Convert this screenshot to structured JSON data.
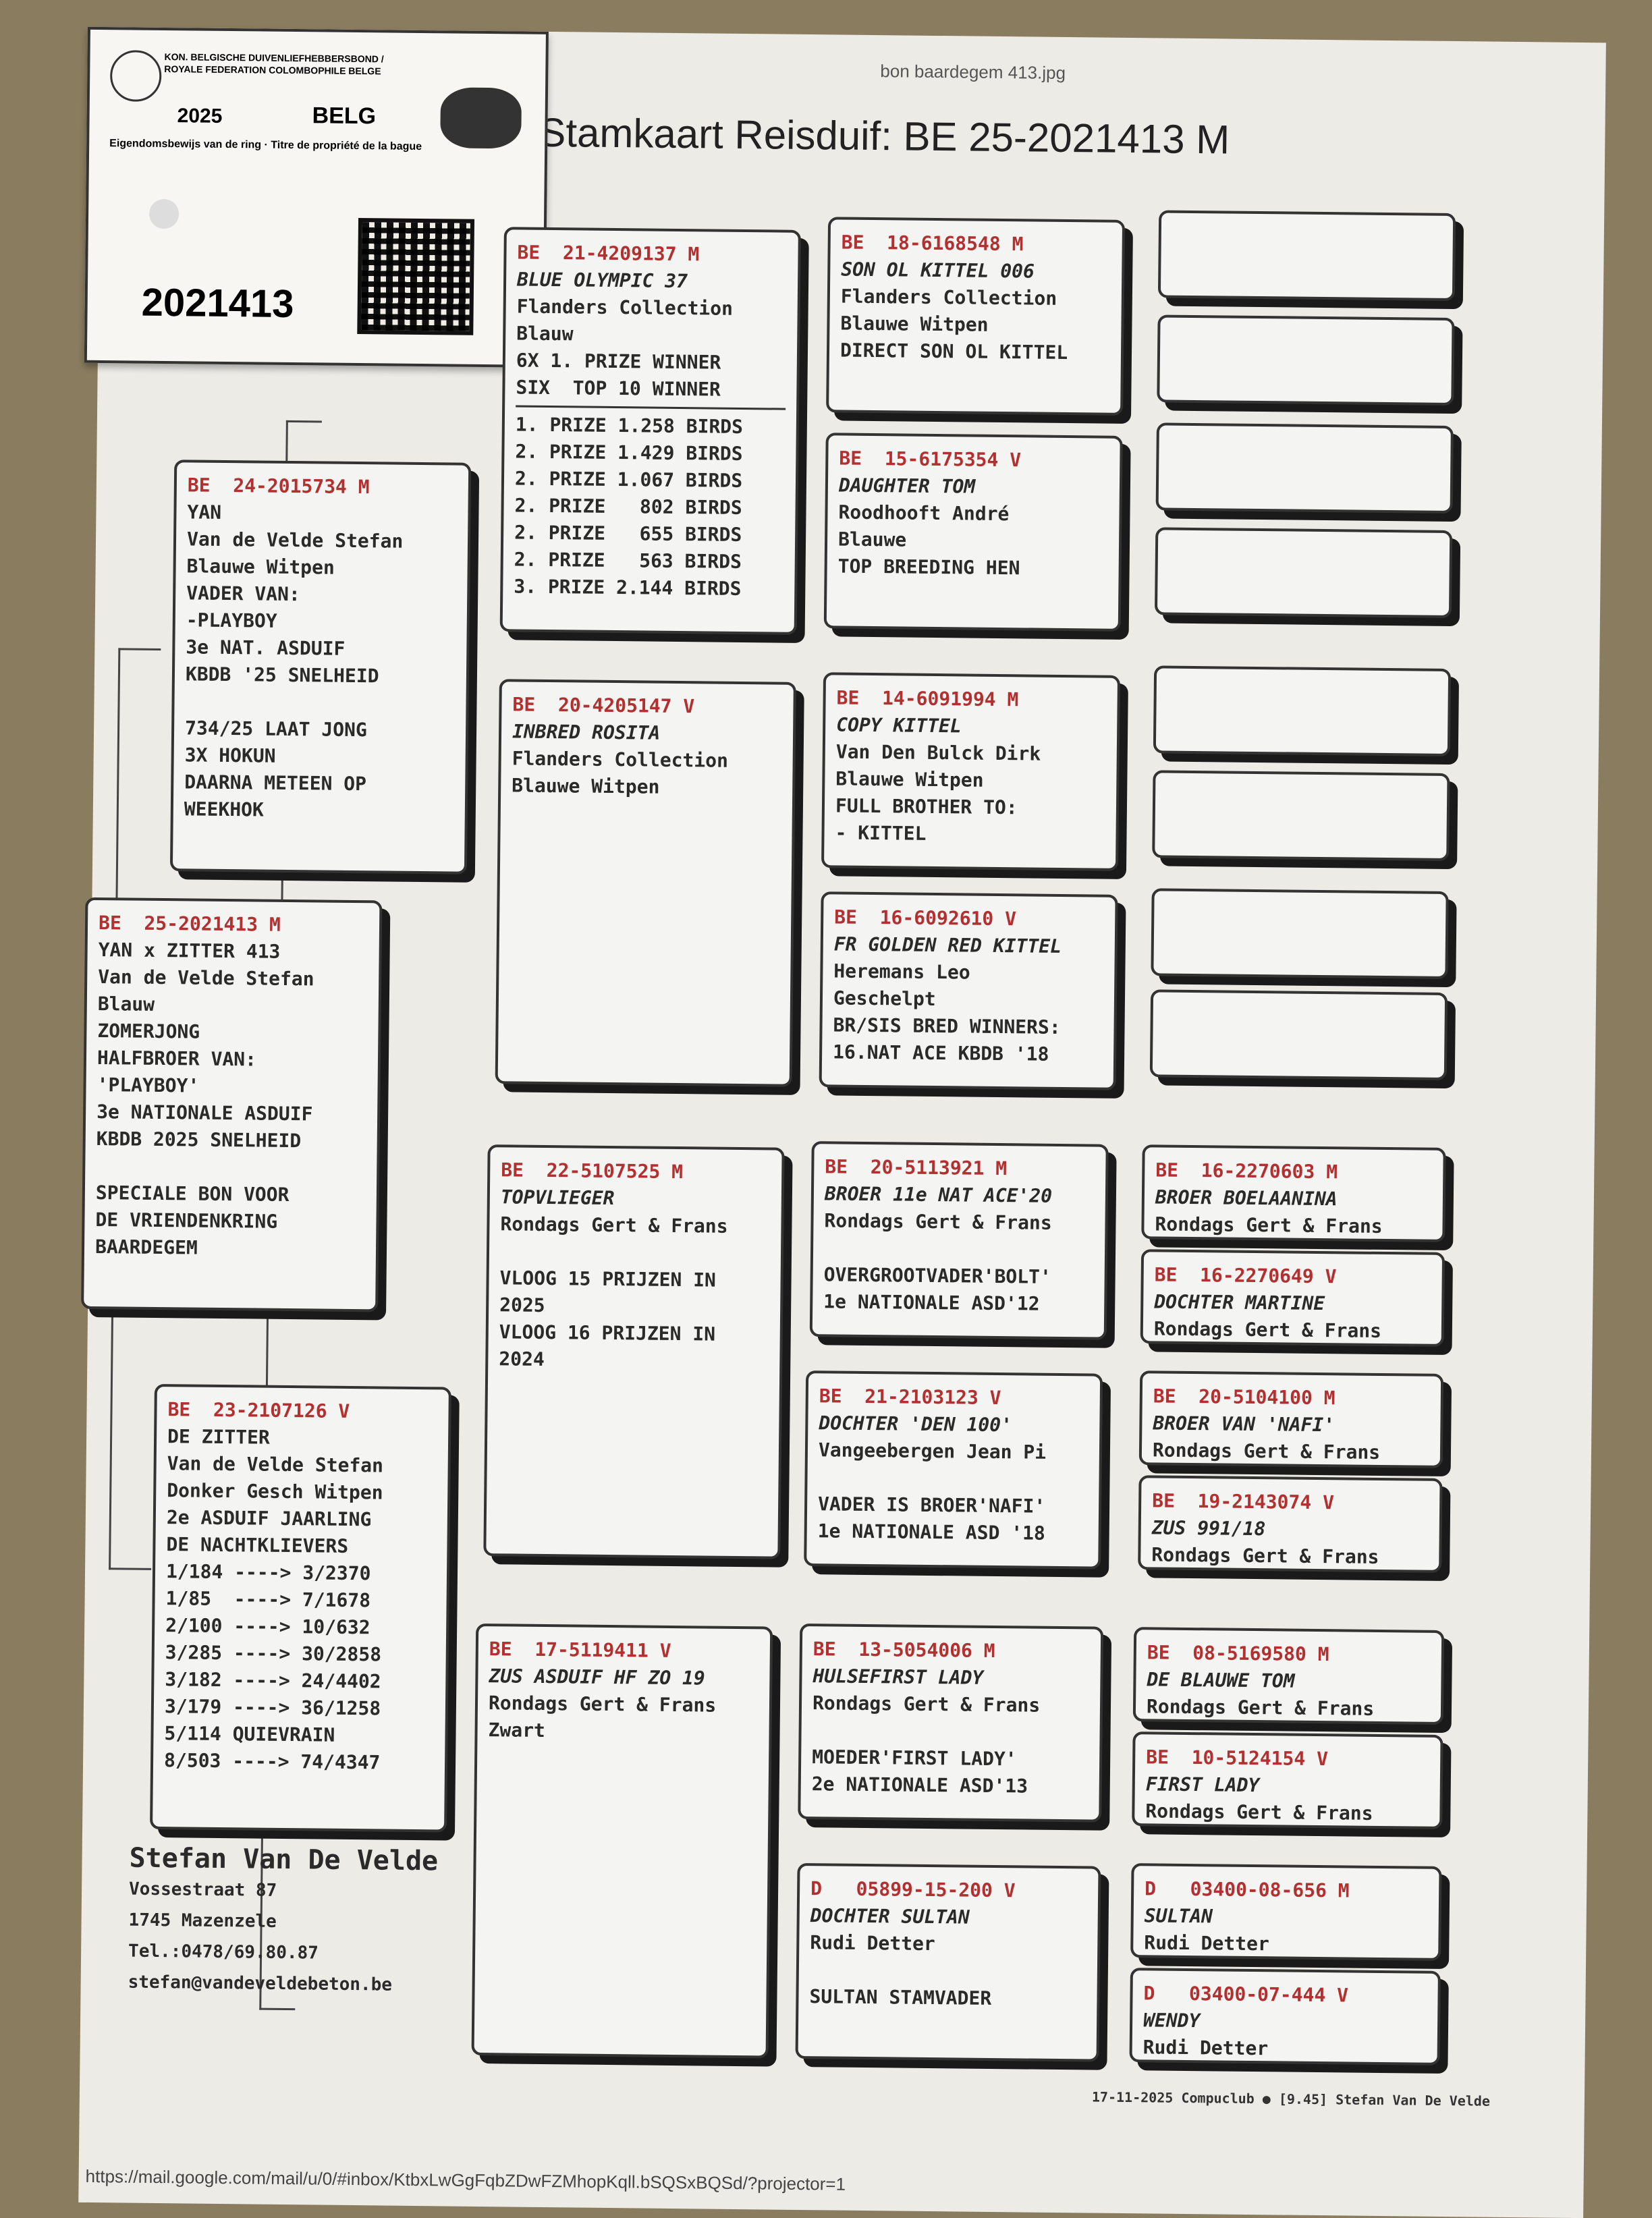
{
  "header": {
    "filename": "bon baardegem 413.jpg",
    "title": "Stamkaart Reisduif: BE  25-2021413 M"
  },
  "ring_card": {
    "org": "KON. BELGISCHE DUIVENLIEFHEBBERSBOND / ROYALE FEDERATION COLOMBOPHILE BELGE",
    "year": "2025",
    "country": "BELG",
    "motto": "Eigendomsbewijs van de ring · Titre de propriété de la bague",
    "number": "2021413"
  },
  "pigeons": {
    "subject": {
      "ring": "BE  25-2021413 M",
      "lines": [
        "YAN x ZITTER 413",
        "Van de Velde Stefan",
        "Blauw",
        "ZOMERJONG",
        "HALFBROER VAN:",
        "'PLAYBOY'",
        "3e NATIONALE ASDUIF",
        "KBDB 2025 SNELHEID",
        "",
        "SPECIALE BON VOOR",
        "DE VRIENDENKRING",
        "BAARDEGEM"
      ]
    },
    "father": {
      "ring": "BE  24-2015734 M",
      "lines": [
        "YAN",
        "Van de Velde Stefan",
        "Blauwe Witpen",
        "VADER VAN:",
        "-PLAYBOY",
        "3e NAT. ASDUIF",
        "KBDB '25 SNELHEID",
        "",
        "734/25 LAAT JONG",
        "3X HOKUN",
        "DAARNA METEEN OP",
        "WEEKHOK"
      ]
    },
    "mother": {
      "ring": "BE  23-2107126 V",
      "lines": [
        "DE ZITTER",
        "Van de Velde Stefan",
        "Donker Gesch Witpen",
        "2e ASDUIF JAARLING",
        "DE NACHTKLIEVERS",
        "1/184 ----> 3/2370",
        "1/85  ----> 7/1678",
        "2/100 ----> 10/632",
        "3/285 ----> 30/2858",
        "3/182 ----> 24/4402",
        "3/179 ----> 36/1258",
        "5/114 QUIEVRAIN",
        "8/503 ----> 74/4347"
      ]
    },
    "ff": {
      "ring": "BE  21-4209137 M",
      "lines": [
        "BLUE OLYMPIC 37",
        "Flanders Collection",
        "Blauw",
        "6X 1. PRIZE WINNER",
        "SIX  TOP 10 WINNER"
      ],
      "results": [
        "1. PRIZE 1.258 BIRDS",
        "2. PRIZE 1.429 BIRDS",
        "2. PRIZE 1.067 BIRDS",
        "2. PRIZE   802 BIRDS",
        "2. PRIZE   655 BIRDS",
        "2. PRIZE   563 BIRDS",
        "3. PRIZE 2.144 BIRDS"
      ]
    },
    "fm": {
      "ring": "BE  20-4205147 V",
      "lines": [
        "INBRED ROSITA",
        "Flanders Collection",
        "Blauwe Witpen"
      ]
    },
    "mf": {
      "ring": "BE  22-5107525 M",
      "lines": [
        "TOPVLIEGER",
        "Rondags Gert & Frans",
        "",
        "VLOOG 15 PRIJZEN IN",
        "2025",
        "VLOOG 16 PRIJZEN IN",
        "2024"
      ]
    },
    "mm": {
      "ring": "BE  17-5119411 V",
      "lines": [
        "ZUS ASDUIF HF ZO 19",
        "Rondags Gert & Frans",
        "Zwart"
      ]
    },
    "fff": {
      "ring": "BE  18-6168548 M",
      "lines": [
        "SON OL KITTEL 006",
        "Flanders Collection",
        "Blauwe Witpen",
        "DIRECT SON OL KITTEL"
      ]
    },
    "ffm": {
      "ring": "BE  15-6175354 V",
      "lines": [
        "DAUGHTER TOM",
        "Roodhooft André",
        "Blauwe",
        "TOP BREEDING HEN"
      ]
    },
    "fmf": {
      "ring": "BE  14-6091994 M",
      "lines": [
        "COPY KITTEL",
        "Van Den Bulck Dirk",
        "Blauwe Witpen",
        "FULL BROTHER TO:",
        "- KITTEL"
      ]
    },
    "fmm": {
      "ring": "BE  16-6092610 V",
      "lines": [
        "FR GOLDEN RED KITTEL",
        "Heremans Leo",
        "Geschelpt",
        "BR/SIS BRED WINNERS:",
        "16.NAT ACE KBDB '18"
      ]
    },
    "mff": {
      "ring": "BE  20-5113921 M",
      "lines": [
        "BROER 11e NAT ACE'20",
        "Rondags Gert & Frans",
        "",
        "OVERGROOTVADER'BOLT'",
        "1e NATIONALE ASD'12"
      ]
    },
    "mfm": {
      "ring": "BE  21-2103123 V",
      "lines": [
        "DOCHTER 'DEN 100'",
        "Vangeebergen Jean Pi",
        "",
        "VADER IS BROER'NAFI'",
        "1e NATIONALE ASD '18"
      ]
    },
    "mmf": {
      "ring": "BE  13-5054006 M",
      "lines": [
        "HULSEFIRST LADY",
        "Rondags Gert & Frans",
        "",
        "MOEDER'FIRST LADY'",
        "2e NATIONALE ASD'13"
      ]
    },
    "mmm": {
      "ring": "D   05899-15-200 V",
      "lines": [
        "DOCHTER SULTAN",
        "Rudi Detter",
        "",
        "SULTAN STAMVADER"
      ]
    },
    "g1": {
      "ring": "BE  16-2270603 M",
      "lines": [
        "BROER BOELAANINA",
        "Rondags Gert & Frans"
      ]
    },
    "g2": {
      "ring": "BE  16-2270649 V",
      "lines": [
        "DOCHTER MARTINE",
        "Rondags Gert & Frans"
      ]
    },
    "g3": {
      "ring": "BE  20-5104100 M",
      "lines": [
        "BROER VAN 'NAFI'",
        "Rondags Gert & Frans"
      ]
    },
    "g4": {
      "ring": "BE  19-2143074 V",
      "lines": [
        "ZUS 991/18",
        "Rondags Gert & Frans"
      ]
    },
    "g5": {
      "ring": "BE  08-5169580 M",
      "lines": [
        "DE BLAUWE TOM",
        "Rondags Gert & Frans"
      ]
    },
    "g6": {
      "ring": "BE  10-5124154 V",
      "lines": [
        "FIRST LADY",
        "Rondags Gert & Frans"
      ]
    },
    "g7": {
      "ring": "D   03400-08-656 M",
      "lines": [
        "SULTAN",
        "Rudi Detter"
      ]
    },
    "g8": {
      "ring": "D   03400-07-444 V",
      "lines": [
        "WENDY",
        "Rudi Detter"
      ]
    }
  },
  "owner": {
    "name": "Stefan Van De Velde",
    "street": "Vossestraat 87",
    "city": "1745  Mazenzele",
    "tel": "Tel.:0478/69.80.87",
    "email": "stefan@vandeveldebeton.be"
  },
  "footer": "17-11-2025    Compuclub ● [9.45]  Stefan Van De Velde",
  "url": "https://mail.google.com/mail/u/0/#inbox/KtbxLwGgFqbZDwFZMhopKqll.bSQSxBQSd/?projector=1"
}
